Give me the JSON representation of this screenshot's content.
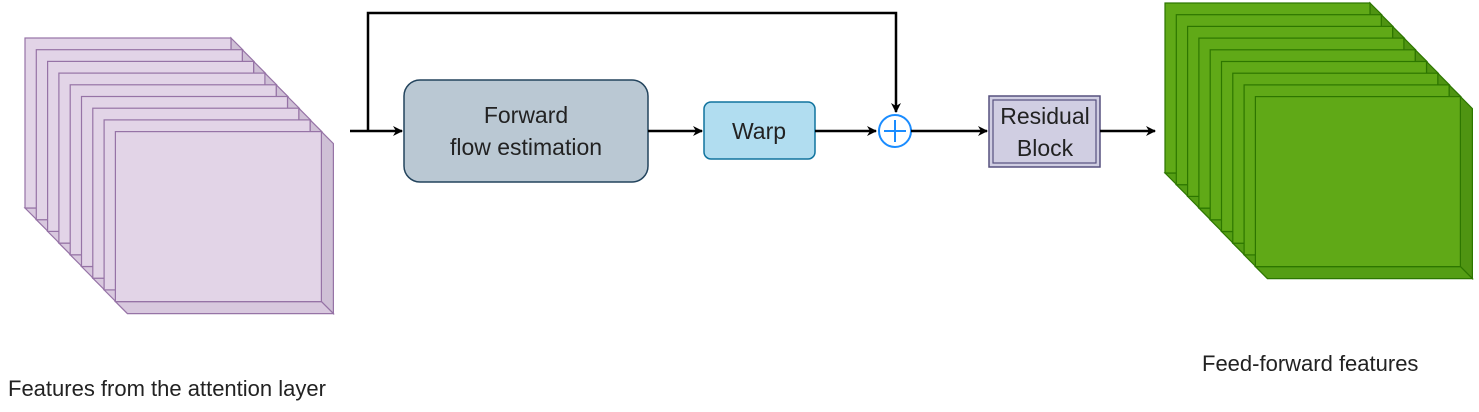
{
  "captions": {
    "input_features": "Features from the attention layer",
    "output_features": "Feed-forward features"
  },
  "nodes": {
    "flow_estimation": {
      "line1": "Forward",
      "line2": "flow estimation"
    },
    "warp": {
      "label": "Warp"
    },
    "sum": {
      "symbol": "+"
    },
    "residual_block": {
      "line1": "Residual",
      "line2": "Block"
    }
  },
  "colors": {
    "input_stack_face": "#e2d4e7",
    "input_stack_edge": "#9673a6",
    "flow_box_fill": "#bac8d3",
    "flow_box_edge": "#23445d",
    "warp_fill": "#b1ddf0",
    "warp_edge": "#10739e",
    "sum_edge": "#1a8cff",
    "residual_fill": "#d0cee2",
    "residual_edge": "#56517e",
    "output_stack_face": "#60a917",
    "output_stack_edge": "#2d7600",
    "arrow": "#000000"
  }
}
